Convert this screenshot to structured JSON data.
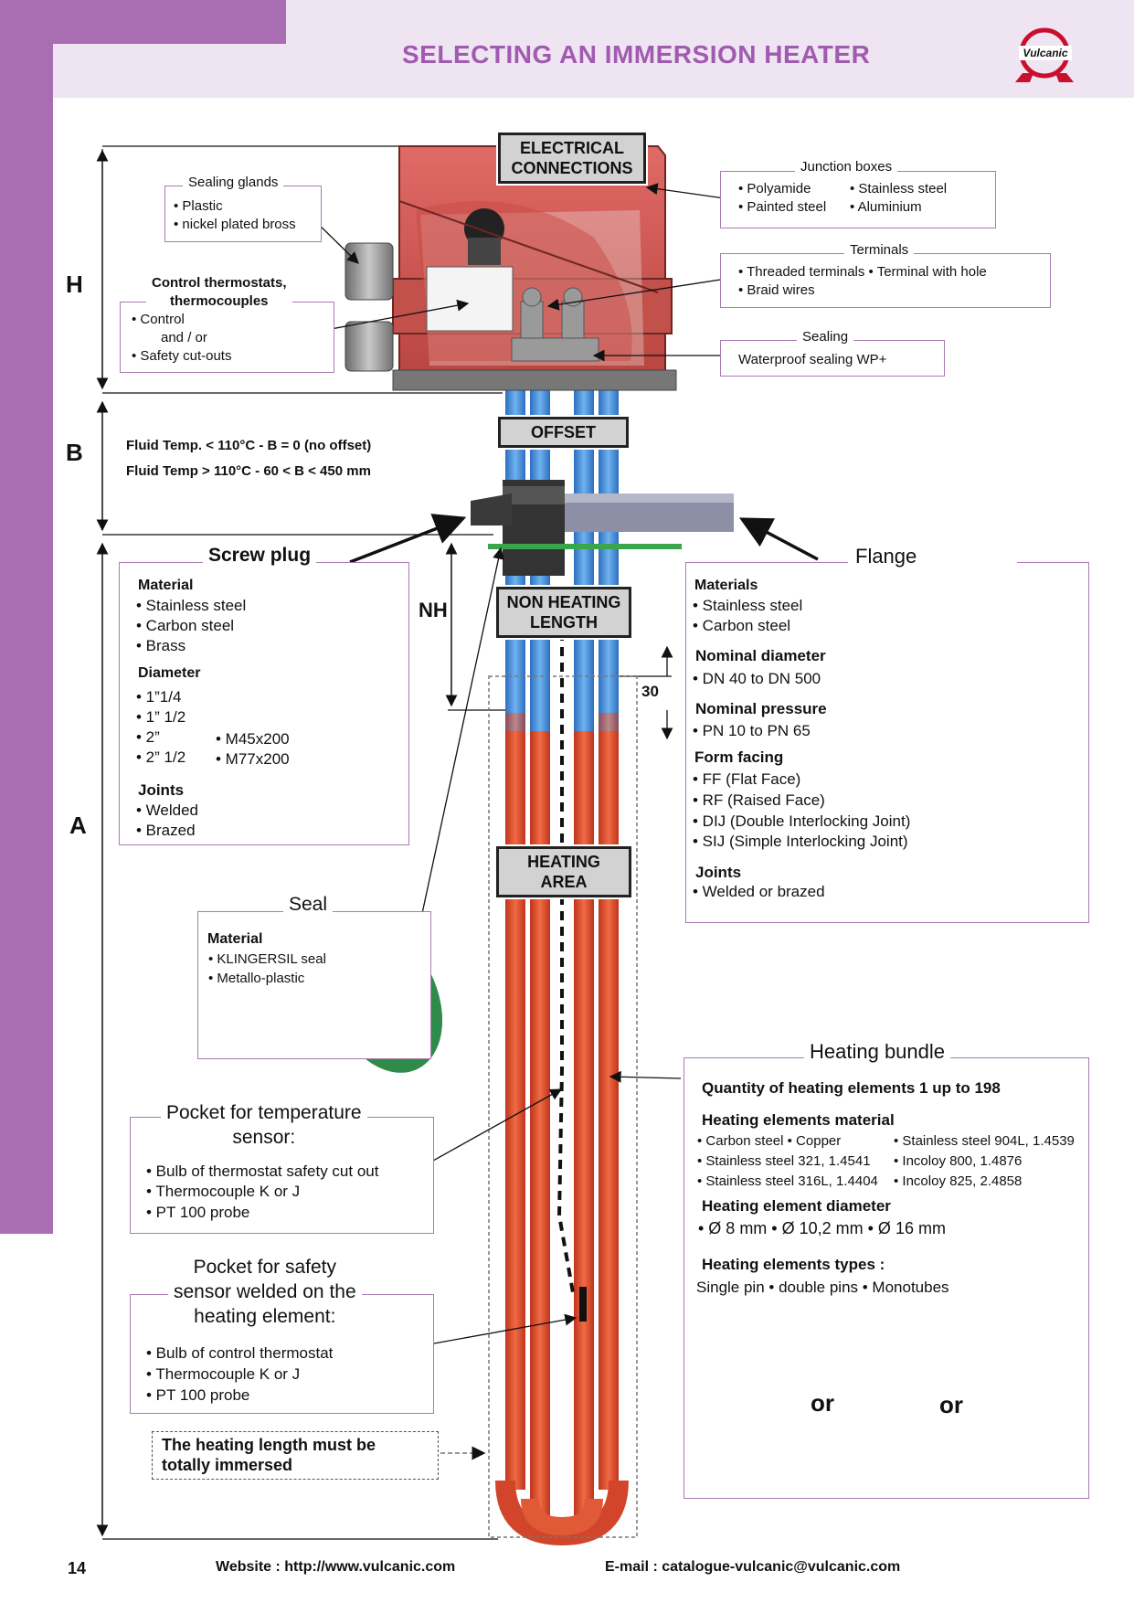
{
  "header": {
    "title": "SELECTING AN IMMERSION HEATER",
    "logo_text": "Vulcanic"
  },
  "dimensions": {
    "H": "H",
    "B": "B",
    "A": "A",
    "NH": "NH",
    "thirty": "30"
  },
  "labels": {
    "electrical": [
      "ELECTRICAL",
      "CONNECTIONS"
    ],
    "offset": "OFFSET",
    "non_heating": [
      "NON HEATING",
      "LENGTH"
    ],
    "heating_area": [
      "HEATING",
      "AREA"
    ]
  },
  "offset_notes": [
    "Fluid Temp. < 110°C - B = 0 (no offset)",
    "Fluid Temp > 110°C -  60 < B < 450 mm"
  ],
  "sealing_glands": {
    "title": "Sealing glands",
    "items": [
      "• Plastic",
      "• nickel plated bross"
    ]
  },
  "control_thermostats": {
    "title_lines": [
      "Control thermostats,",
      "thermocouples"
    ],
    "items": [
      "• Control",
      "and / or",
      "• Safety cut-outs"
    ]
  },
  "junction_boxes": {
    "title": "Junction boxes",
    "items": [
      "• Polyamide",
      "• Painted steel",
      "• Stainless steel",
      "• Aluminium"
    ]
  },
  "terminals": {
    "title": "Terminals",
    "items": [
      "• Threaded terminals  • Terminal with hole",
      "• Braid wires"
    ]
  },
  "sealing": {
    "title": "Sealing",
    "items": [
      "Waterproof sealing WP+"
    ]
  },
  "screw_plug": {
    "title": "Screw plug",
    "material_h": "Material",
    "material": [
      "• Stainless steel",
      "• Carbon steel",
      "• Brass"
    ],
    "diameter_h": "Diameter",
    "diameter": [
      "• 1”1/4",
      "• 1” 1/2",
      "• 2”",
      "• 2” 1/2"
    ],
    "diameter_b": [
      "• M45x200",
      "• M77x200"
    ],
    "joints_h": "Joints",
    "joints": [
      "• Welded",
      "• Brazed"
    ]
  },
  "flange": {
    "title": "Flange",
    "materials_h": "Materials",
    "materials": [
      "• Stainless steel",
      "• Carbon steel"
    ],
    "nominal_d_h": "Nominal diameter",
    "nominal_d": [
      "• DN 40 to DN 500"
    ],
    "nominal_p_h": "Nominal pressure",
    "nominal_p": [
      "• PN 10 to PN 65"
    ],
    "facing_h": "Form facing",
    "facing": [
      "• FF (Flat Face)",
      "• RF (Raised Face)",
      "• DIJ (Double Interlocking Joint)",
      "• SIJ (Simple Interlocking Joint)"
    ],
    "joints_h": "Joints",
    "joints": [
      "• Welded or brazed"
    ]
  },
  "seal": {
    "title": "Seal",
    "material_h": "Material",
    "items": [
      "• KLINGERSIL seal",
      "• Metallo-plastic"
    ]
  },
  "pocket_temp": {
    "title_lines": [
      "Pocket for temperature",
      "sensor:"
    ],
    "items": [
      "• Bulb of thermostat safety cut out",
      "• Thermocouple K or J",
      "• PT 100 probe"
    ]
  },
  "pocket_safety": {
    "title_lines": [
      "Pocket for safety",
      "sensor welded on the",
      "heating element:"
    ],
    "items": [
      "• Bulb of control thermostat",
      "• Thermocouple K or J",
      "• PT 100 probe"
    ]
  },
  "immersed_note": [
    "The heating length must be",
    "totally immersed"
  ],
  "heating_bundle": {
    "title": "Heating bundle",
    "quantity": "Quantity of heating elements 1 up to 198",
    "material_h": "Heating elements material",
    "material_a": [
      "• Carbon steel  • Copper",
      "• Stainless steel 321, 1.4541",
      "• Stainless steel 316L, 1.4404"
    ],
    "material_b": [
      "• Stainless steel 904L, 1.4539",
      "• Incoloy 800, 1.4876",
      "• Incoloy 825, 2.4858"
    ],
    "diameter_h": "Heating element diameter",
    "diameter": "• Ø 8 mm  • Ø 10,2 mm  • Ø 16 mm",
    "types_h": "Heating elements types :",
    "types": "Single pin • double pins • Monotubes",
    "or1": "or",
    "or2": "or"
  },
  "footer": {
    "page": "14",
    "website": "Website : http://www.vulcanic.com",
    "email": "E-mail : catalogue-vulcanic@vulcanic.com"
  },
  "colors": {
    "purple": "#a86db3",
    "title": "#a05bb0",
    "box_border": "#a97bb3",
    "housing": "#d9605f",
    "tube_blue": "#4a8fd6",
    "tube_red": "#e04a2a",
    "seal_green": "#2e8b4a"
  }
}
